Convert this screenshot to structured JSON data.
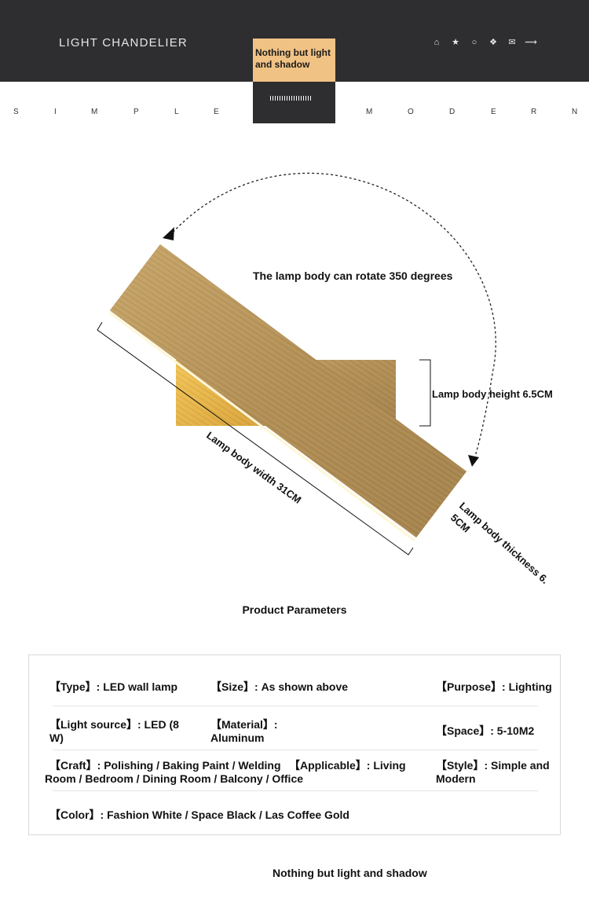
{
  "header": {
    "brand": "LIGHT CHANDELIER",
    "icons": [
      "home-icon",
      "star-icon",
      "search-icon",
      "apps-icon",
      "mail-icon",
      "share-icon"
    ],
    "tag_text": "Nothing but light and shadow",
    "letters_left": [
      "S",
      "I",
      "M",
      "P",
      "L",
      "E"
    ],
    "letters_right": [
      "M",
      "O",
      "D",
      "E",
      "R",
      "N"
    ]
  },
  "diagram": {
    "rotate_label": "The lamp body can rotate 350 degrees",
    "height_label": "Lamp body height 6.5CM",
    "width_label": "Lamp body width 31CM",
    "thickness_label_line1": "Lamp body thickness 6.",
    "thickness_label_line2": "5CM",
    "colors": {
      "gold": "#b8975e",
      "gold_bright": "#e8b84e"
    }
  },
  "params": {
    "title": "Product Parameters",
    "type": "【Type】: LED wall lamp",
    "size": "【Size】: As shown above",
    "purpose": "【Purpose】: Lighting",
    "light_source_1": "【Light source】: LED (8",
    "light_source_2": "W)",
    "material_1": "【Material】:",
    "material_2": "Aluminum",
    "space": "【Space】: 5-10M2",
    "craft": "【Craft】: Polishing / Baking Paint / Welding",
    "applicable_1": "【Applicable】: Living",
    "room_line": "Room / Bedroom / Dining Room / Balcony / Office",
    "style_1": "【Style】: Simple and",
    "style_2": "Modern",
    "color": "【Color】: Fashion White / Space Black / Las Coffee Gold"
  },
  "footer": {
    "tagline": "Nothing but light and shadow"
  }
}
